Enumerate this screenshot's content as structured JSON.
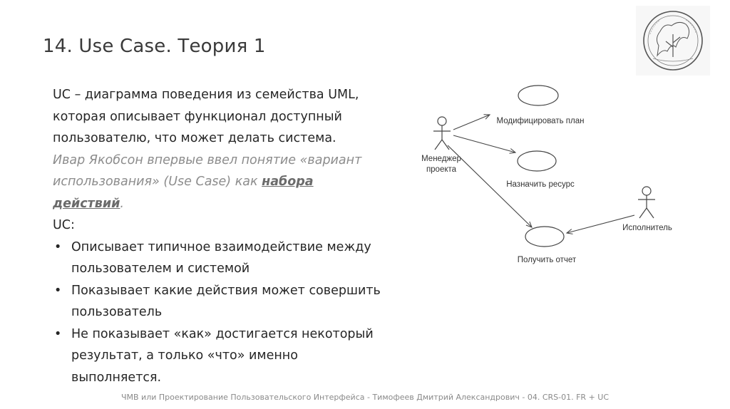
{
  "title": "14. Use Case. Теория 1",
  "paragraph": {
    "line1": "UC – диаграмма поведения из семейства UML,",
    "line2": "которая описывает функционал доступный",
    "line3": "пользователю, что может делать система.",
    "italic_line1": "Ивар Якобсон впервые ввел понятие «вариант",
    "italic_line2_prefix": "использования» (Use Case) как ",
    "italic_term": "набора действий",
    "italic_suffix": ".",
    "uc_label": "UC:"
  },
  "bullets": [
    {
      "line1": "Описывает типичное взаимодействие между",
      "line2": "пользователем и системой"
    },
    {
      "line1": "Показывает какие действия может совершить",
      "line2": "пользователь"
    },
    {
      "line1": "Не показывает «как» достигается некоторый",
      "line2": "результат, а только «что» именно выполняется."
    }
  ],
  "diagram": {
    "actor_manager_line1": "Менеджер",
    "actor_manager_line2": "проекта",
    "actor_executor": "Исполнитель",
    "use_case_1": "Модифицировать план",
    "use_case_2": "Назначить ресурс",
    "use_case_3": "Получить отчет"
  },
  "footer": "ЧМВ или Проектирование Пользовательского Интерфейса  - Тимофеев Дмитрий Александрович - 04. CRS-01. FR + UC"
}
